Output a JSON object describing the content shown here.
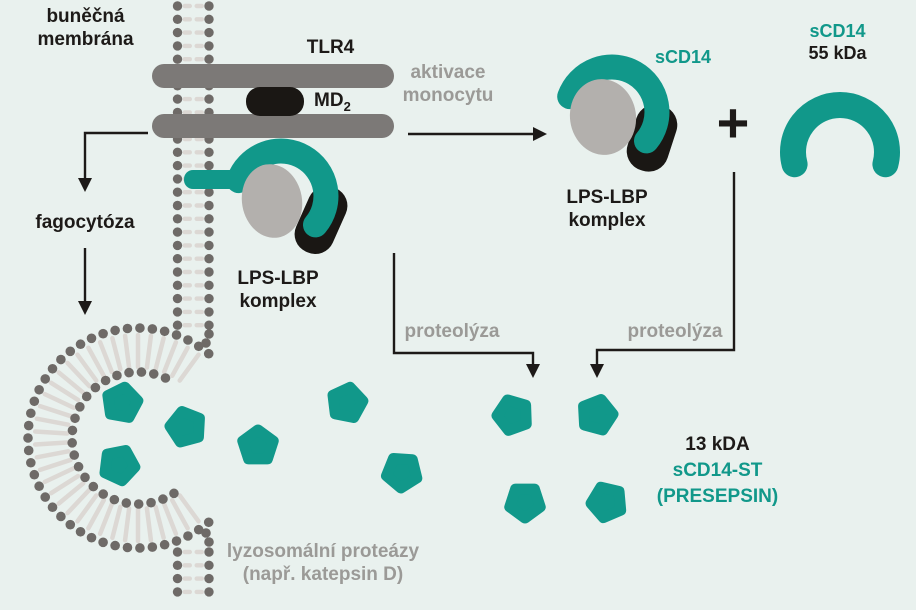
{
  "diagram_title": "presepsin-formation-diagram",
  "colors": {
    "background": "#e9f1ee",
    "teal": "#11988a",
    "bar_gray": "#7c7977",
    "dot_gray": "#6e6a67",
    "tail_light": "#dcd8d4",
    "blob_gray": "#b3b0ad",
    "black": "#1a1714",
    "ink": "#1d1a18",
    "gray_text": "#9b9a97"
  },
  "labels": {
    "cell_membrane": {
      "line1": "buněčná",
      "line2": "membrána"
    },
    "tlr4": "TLR4",
    "md2": {
      "base": "MD",
      "sub": "2"
    },
    "activation": {
      "line1": "aktivace",
      "line2": "monocytu"
    },
    "scd14_bound": "sCD14",
    "scd14_free": {
      "line1": "sCD14",
      "line2": "55 kDa"
    },
    "plus": "+",
    "phagocytosis": "fagocytóza",
    "lps_lbp_membrane": {
      "line1": "LPS-LBP",
      "line2": "komplex"
    },
    "lps_lbp_released": {
      "line1": "LPS-LBP",
      "line2": "komplex"
    },
    "proteolysis_left": "proteolýza",
    "proteolysis_right": "proteolýza",
    "presepsin": {
      "line1": "13 kDA",
      "line2": "sCD14-ST",
      "line3": "(PRESEPSIN)"
    },
    "lysosomal": {
      "line1": "lyzosomální proteázy",
      "line2": "(např. katepsin D)"
    }
  }
}
